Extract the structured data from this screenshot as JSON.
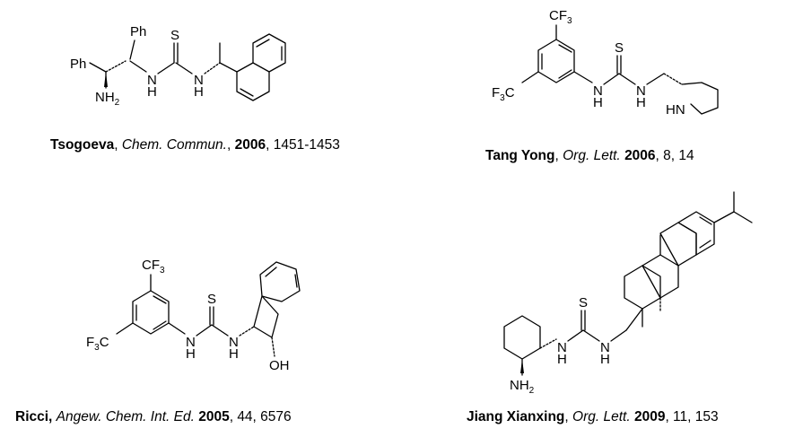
{
  "molecule_labels": {
    "ph": "Ph",
    "s": "S",
    "n": "N",
    "h": "H",
    "nh2": "NH",
    "sub2": "2",
    "cf3": "CF",
    "sub3": "3",
    "f3c": "F",
    "c": "C",
    "hn": "HN",
    "oh": "OH"
  },
  "citations": [
    {
      "author": "Tsogoeva",
      "sep1": ", ",
      "journal": "Chem. Commun.",
      "sep2": ", ",
      "year": "2006",
      "rest": ", 1451-1453"
    },
    {
      "author": "Tang Yong",
      "sep1": ", ",
      "journal": "Org. Lett.",
      "sep2": " ",
      "year": "2006",
      "rest": ", 8, 14"
    },
    {
      "author": "Ricci,",
      "sep1": " ",
      "journal": "Angew. Chem. Int. Ed.",
      "sep2": " ",
      "year": "2005",
      "rest": ", 44, 6576"
    },
    {
      "author": "Jiang Xianxing",
      "sep1": ", ",
      "journal": "Org. Lett.",
      "sep2": " ",
      "year": "2009",
      "rest": ", 11, 153"
    }
  ]
}
